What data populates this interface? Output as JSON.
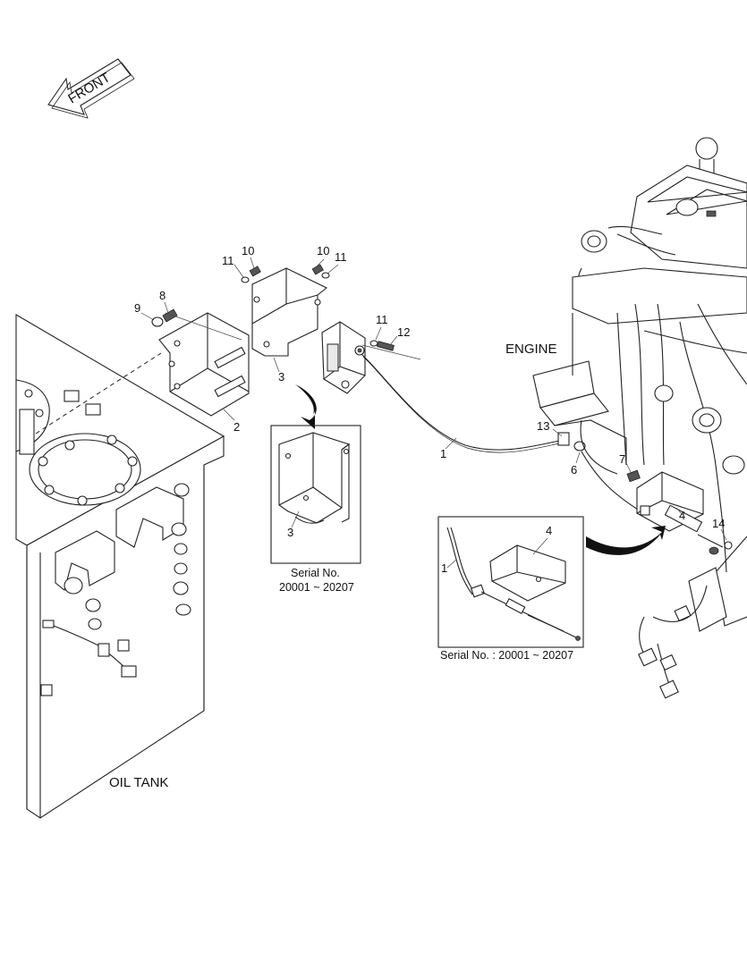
{
  "front_arrow": {
    "label": "FRONT"
  },
  "labels": {
    "engine": "ENGINE",
    "oil_tank": "OIL TANK"
  },
  "callouts": {
    "c1_main": "1",
    "c2": "2",
    "c3_main": "3",
    "c4_main": "4",
    "c6": "6",
    "c7": "7",
    "c8": "8",
    "c9": "9",
    "c10_a": "10",
    "c10_b": "10",
    "c11_a": "11",
    "c11_b": "11",
    "c11_c": "11",
    "c12": "12",
    "c13": "13",
    "c14": "14"
  },
  "inset_bracket": {
    "part_number": "3",
    "caption_line1": "Serial No.",
    "caption_line2": "20001 ~ 20207"
  },
  "inset_cable": {
    "part_number_bracket": "4",
    "part_number_cable": "1",
    "caption": "Serial No. : 20001 ~ 20207"
  }
}
